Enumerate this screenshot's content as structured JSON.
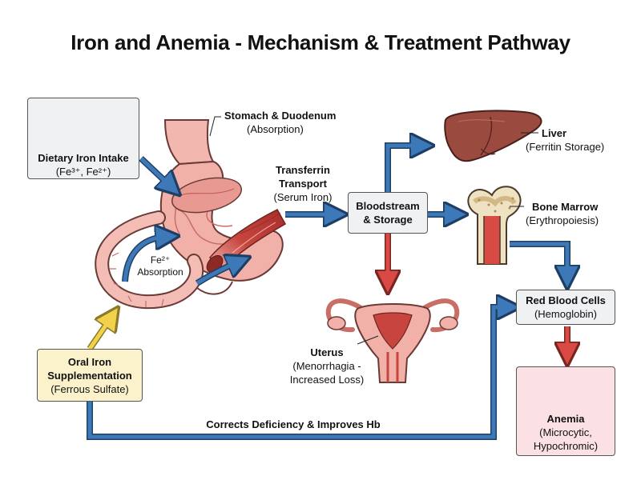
{
  "title": "Iron and Anemia - Mechanism & Treatment Pathway",
  "nodes": {
    "dietary": {
      "title": "Dietary Iron Intake",
      "sub": "(Fe³⁺, Fe²⁺)"
    },
    "stomach": {
      "title": "Stomach & Duodenum",
      "sub": "(Absorption)"
    },
    "fe_absorption": {
      "line1": "Fe²⁺",
      "line2": "Absorption"
    },
    "transferrin": {
      "line1": "Transferrin",
      "line2": "Transport",
      "sub": "(Serum Iron)"
    },
    "bloodstream": {
      "line1": "Bloodstream",
      "line2": "& Storage"
    },
    "liver": {
      "title": "Liver",
      "sub": "(Ferritin Storage)"
    },
    "bone_marrow": {
      "title": "Bone Marrow",
      "sub": "(Erythropoiesis)"
    },
    "rbc": {
      "title": "Red Blood Cells",
      "sub": "(Hemoglobin)"
    },
    "uterus": {
      "title": "Uterus",
      "sub1": "(Menorrhagia -",
      "sub2": "Increased Loss)"
    },
    "oral_iron": {
      "line1": "Oral Iron",
      "line2": "Supplementation",
      "sub": "(Ferrous Sulfate)"
    },
    "anemia": {
      "title": "Anemia",
      "sub1": "(Microcytic,",
      "sub2": "Hypochromic)"
    }
  },
  "edge_label": "Corrects Deficiency & Improves Hb",
  "colors": {
    "arrow_blue": "#3d79b8",
    "arrow_red": "#d94a44",
    "arrow_yellow": "#f2d24a",
    "oral_box_fill": "#fbf2cc",
    "anemia_box_fill": "#fbe1e3",
    "neutral_box_fill": "#f0f1f3"
  },
  "icons": [
    "vegetables-and-meat-icon",
    "stomach-illustration",
    "blood-vessel-illustration",
    "liver-illustration",
    "bone-illustration",
    "uterus-illustration",
    "red-blood-cells-icon"
  ]
}
